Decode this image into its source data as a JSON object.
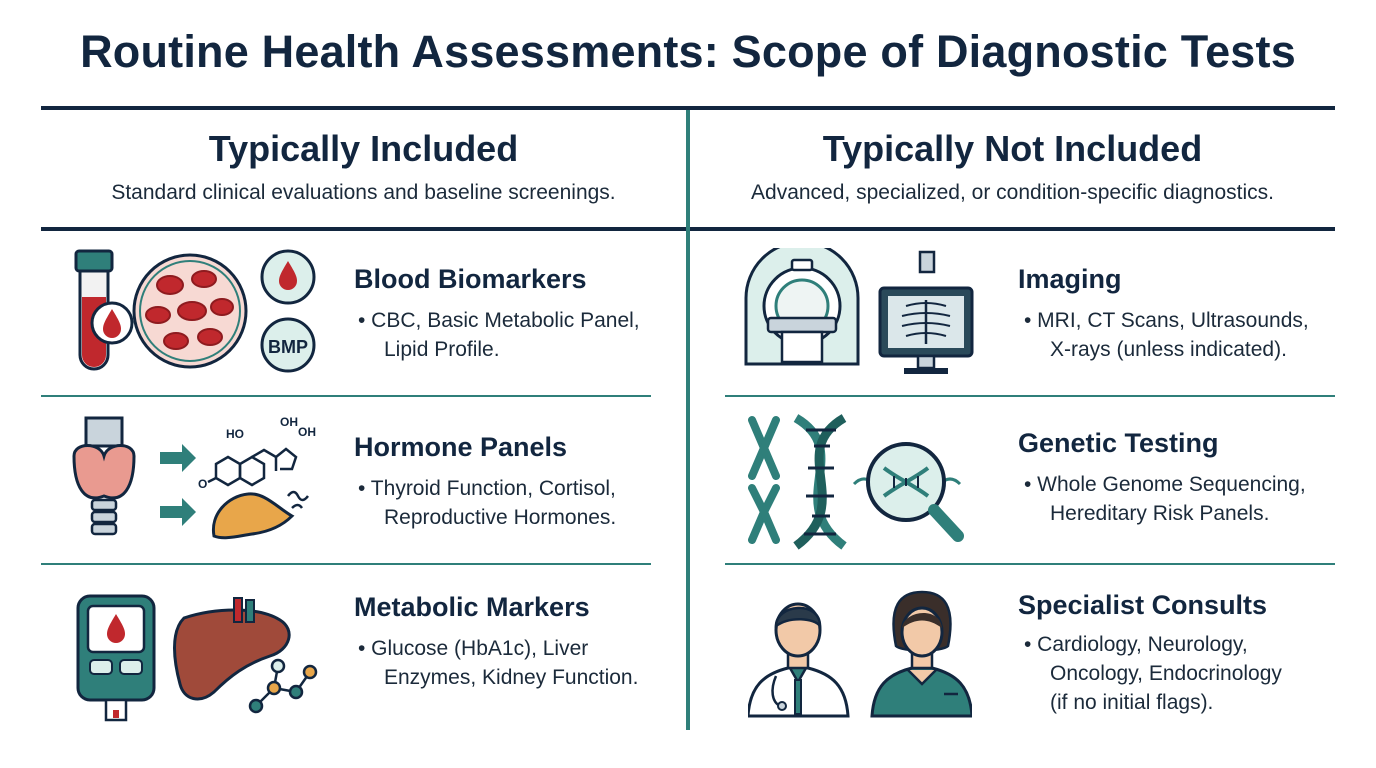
{
  "title": "Routine Health Assessments: Scope of Diagnostic Tests",
  "colors": {
    "navy": "#12263f",
    "teal": "#2f7f7a",
    "blood_red": "#c0282d",
    "light_teal": "#dcefeb",
    "orange": "#e8a64a"
  },
  "left": {
    "heading": "Typically Included",
    "subheading": "Standard clinical evaluations and baseline screenings.",
    "items": [
      {
        "title": "Blood Biomarkers",
        "lines": [
          "• CBC, Basic Metabolic Panel,",
          "Lipid Profile."
        ],
        "icons": [
          "test-tube-icon",
          "blood-cells-icon",
          "blood-drop-icon",
          "bmp-icon"
        ],
        "icon_label": "BMP"
      },
      {
        "title": "Hormone Panels",
        "lines": [
          "• Thyroid Function, Cortisol,",
          "Reproductive Hormones."
        ],
        "icons": [
          "thyroid-icon",
          "arrow-icon",
          "steroid-molecule-icon",
          "adrenal-gland-icon"
        ],
        "molecule_labels": [
          "HO",
          "OH",
          "OH",
          "O"
        ]
      },
      {
        "title": "Metabolic Markers",
        "lines": [
          "• Glucose (HbA1c), Liver",
          "Enzymes, Kidney Function."
        ],
        "icons": [
          "glucose-meter-icon",
          "liver-icon",
          "molecule-icon"
        ]
      }
    ]
  },
  "right": {
    "heading": "Typically Not Included",
    "subheading": "Advanced, specialized, or condition-specific diagnostics.",
    "items": [
      {
        "title": "Imaging",
        "lines": [
          "• MRI, CT Scans, Ultrasounds,",
          "X-rays (unless indicated)."
        ],
        "icons": [
          "mri-scanner-icon",
          "xray-monitor-icon"
        ]
      },
      {
        "title": "Genetic Testing",
        "lines": [
          "• Whole Genome Sequencing,",
          "Hereditary Risk Panels."
        ],
        "icons": [
          "chromosome-icon",
          "dna-helix-icon",
          "magnifier-dna-icon"
        ]
      },
      {
        "title": "Specialist Consults",
        "lines": [
          "• Cardiology, Neurology,",
          "Oncology, Endocrinology",
          "(if no initial flags)."
        ],
        "icons": [
          "doctor-male-icon",
          "doctor-female-icon"
        ]
      }
    ]
  }
}
